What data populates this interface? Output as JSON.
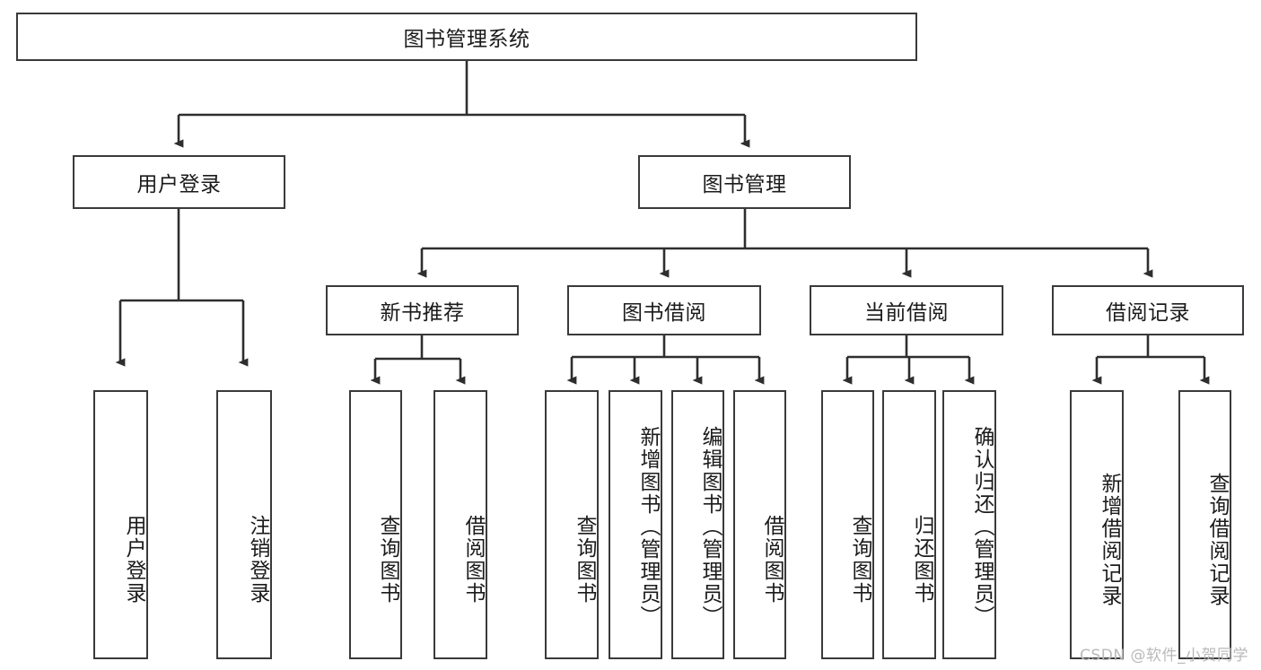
{
  "diagram": {
    "title": "图书管理系统",
    "root": {
      "label": "图书管理系统"
    },
    "level1": [
      {
        "label": "用户登录"
      },
      {
        "label": "图书管理"
      }
    ],
    "level2": [
      {
        "label": "新书推荐"
      },
      {
        "label": "图书借阅"
      },
      {
        "label": "当前借阅"
      },
      {
        "label": "借阅记录"
      }
    ],
    "leaves": {
      "user_login": [
        {
          "label": "用户登录"
        },
        {
          "label": "注销登录"
        }
      ],
      "new_book_recommend": [
        {
          "label": "查询图书"
        },
        {
          "label": "借阅图书"
        }
      ],
      "book_borrow": [
        {
          "label": "查询图书"
        },
        {
          "label": "新增图书（管理员）"
        },
        {
          "label": "编辑图书（管理员）"
        },
        {
          "label": "借阅图书"
        }
      ],
      "current_borrow": [
        {
          "label": "查询图书"
        },
        {
          "label": "归还图书"
        },
        {
          "label": "确认归还（管理员）"
        }
      ],
      "borrow_record": [
        {
          "label": "新增借阅记录"
        },
        {
          "label": "查询借阅记录"
        }
      ]
    }
  },
  "watermark": "CSDN @软件_小贺同学",
  "colors": {
    "stroke": "#3a3a3a",
    "text": "#1b1b1b",
    "background": "#ffffff",
    "watermark": "#b9b9b9"
  }
}
